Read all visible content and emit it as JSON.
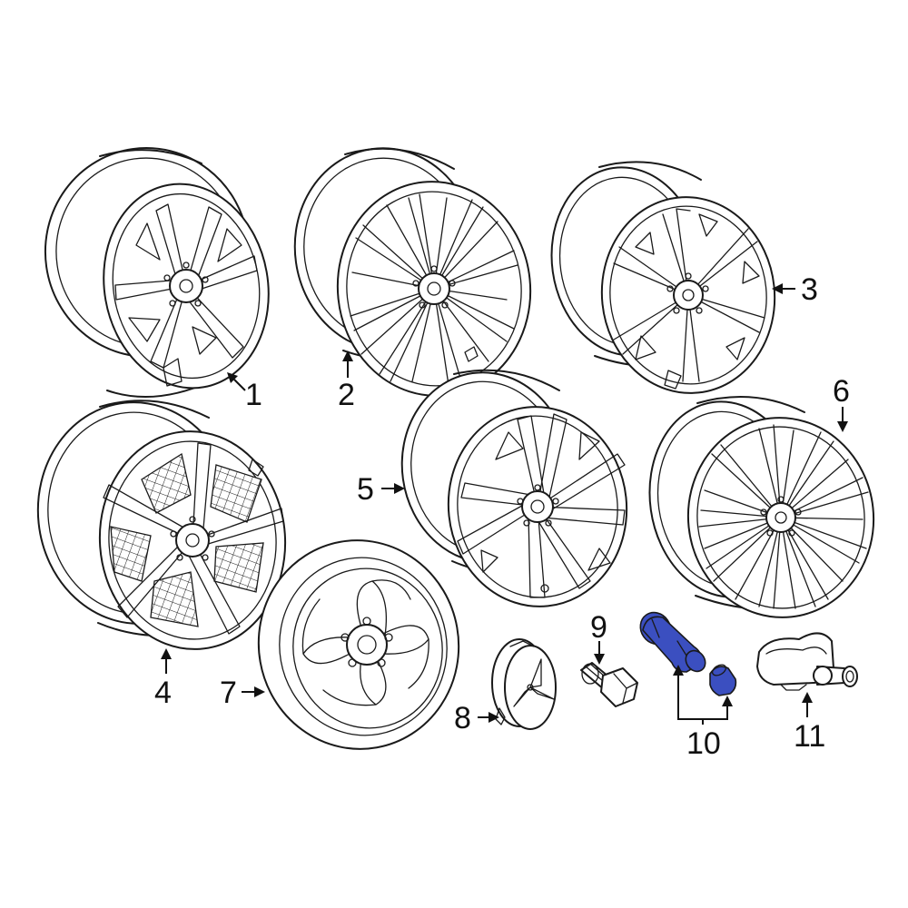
{
  "highlight_color": "#3b4fc0",
  "line_color": "#1a1a1a",
  "callouts": {
    "c1": "1",
    "c2": "2",
    "c3": "3",
    "c4": "4",
    "c5": "5",
    "c6": "6",
    "c7": "7",
    "c8": "8",
    "c9": "9",
    "c10": "10",
    "c11": "11"
  },
  "parts": [
    {
      "callout": "1",
      "icon": "wheel-twin-spoke-icon"
    },
    {
      "callout": "2",
      "icon": "wheel-multi-spoke-icon"
    },
    {
      "callout": "3",
      "icon": "wheel-five-y-spoke-icon"
    },
    {
      "callout": "4",
      "icon": "wheel-aero-mesh-icon"
    },
    {
      "callout": "5",
      "icon": "wheel-five-double-spoke-icon"
    },
    {
      "callout": "6",
      "icon": "wheel-ten-spoke-icon"
    },
    {
      "callout": "7",
      "icon": "wheel-spare-icon"
    },
    {
      "callout": "8",
      "icon": "center-cap-icon"
    },
    {
      "callout": "9",
      "icon": "lug-bolt-icon"
    },
    {
      "callout": "10",
      "icon": "valve-stem-icon",
      "highlighted": true
    },
    {
      "callout": "11",
      "icon": "tpms-sensor-icon"
    }
  ]
}
